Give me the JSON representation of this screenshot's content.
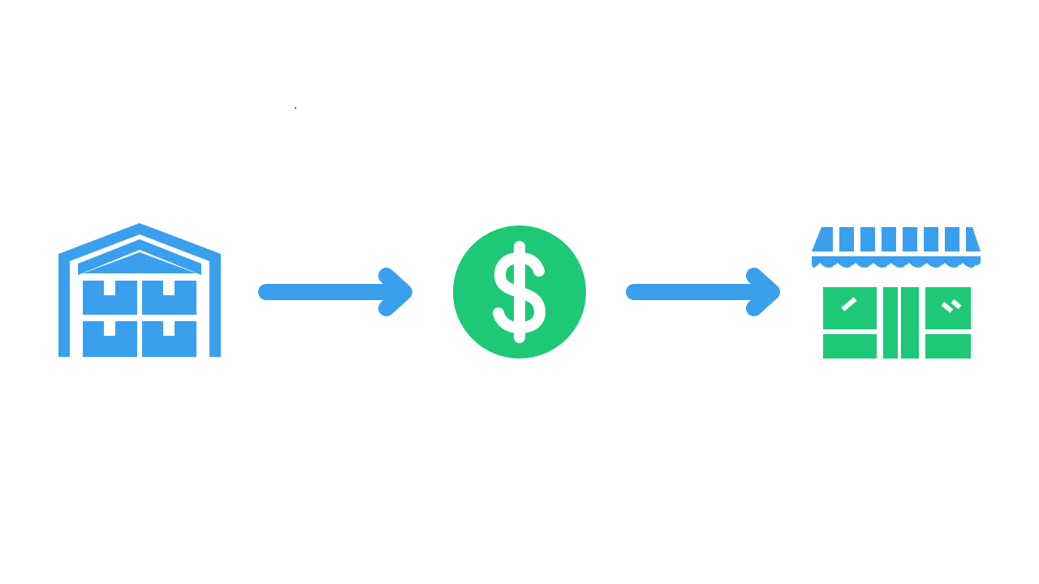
{
  "diagram": {
    "nodes": [
      {
        "id": "warehouse",
        "icon": "warehouse-icon"
      },
      {
        "id": "payment",
        "icon": "dollar-sign-icon"
      },
      {
        "id": "store",
        "icon": "storefront-icon"
      }
    ],
    "edges": [
      {
        "from": "warehouse",
        "to": "payment"
      },
      {
        "from": "payment",
        "to": "store"
      }
    ]
  },
  "colors": {
    "blue": "#3aa0ee",
    "green": "#1dc977",
    "background": "#ffffff"
  }
}
